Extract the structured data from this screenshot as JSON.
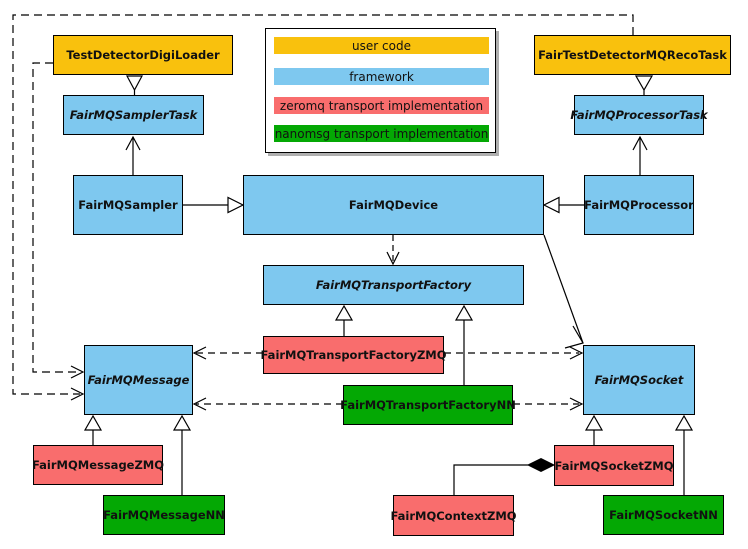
{
  "colors": {
    "user_code": "#F9C10D",
    "framework": "#7EC8EF",
    "zeromq": "#F96D6D",
    "nanomsg": "#04A804",
    "edge": "#000000",
    "node_border": "#000000",
    "background": "#FFFFFF"
  },
  "legend": {
    "items": [
      {
        "label": "user code",
        "category": "user_code"
      },
      {
        "label": "framework",
        "category": "framework"
      },
      {
        "label": "zeromq transport implementation",
        "category": "zeromq"
      },
      {
        "label": "nanomsg transport implementation",
        "category": "nanomsg"
      }
    ]
  },
  "nodes": {
    "TestDetectorDigiLoader": {
      "label": "TestDetectorDigiLoader",
      "category": "user_code",
      "abstract": false
    },
    "FairTestDetectorMQRecoTask": {
      "label": "FairTestDetectorMQRecoTask",
      "category": "user_code",
      "abstract": false
    },
    "FairMQSamplerTask": {
      "label": "FairMQSamplerTask",
      "category": "framework",
      "abstract": true
    },
    "FairMQProcessorTask": {
      "label": "FairMQProcessorTask",
      "category": "framework",
      "abstract": true
    },
    "FairMQSampler": {
      "label": "FairMQSampler",
      "category": "framework",
      "abstract": false
    },
    "FairMQDevice": {
      "label": "FairMQDevice",
      "category": "framework",
      "abstract": false
    },
    "FairMQProcessor": {
      "label": "FairMQProcessor",
      "category": "framework",
      "abstract": false
    },
    "FairMQTransportFactory": {
      "label": "FairMQTransportFactory",
      "category": "framework",
      "abstract": true
    },
    "FairMQTransportFactoryZMQ": {
      "label": "FairMQTransportFactoryZMQ",
      "category": "zeromq",
      "abstract": false
    },
    "FairMQTransportFactoryNN": {
      "label": "FairMQTransportFactoryNN",
      "category": "nanomsg",
      "abstract": false
    },
    "FairMQMessage": {
      "label": "FairMQMessage",
      "category": "framework",
      "abstract": true
    },
    "FairMQSocket": {
      "label": "FairMQSocket",
      "category": "framework",
      "abstract": true
    },
    "FairMQMessageZMQ": {
      "label": "FairMQMessageZMQ",
      "category": "zeromq",
      "abstract": false
    },
    "FairMQMessageNN": {
      "label": "FairMQMessageNN",
      "category": "nanomsg",
      "abstract": false
    },
    "FairMQSocketZMQ": {
      "label": "FairMQSocketZMQ",
      "category": "zeromq",
      "abstract": false
    },
    "FairMQSocketNN": {
      "label": "FairMQSocketNN",
      "category": "nanomsg",
      "abstract": false
    },
    "FairMQContextZMQ": {
      "label": "FairMQContextZMQ",
      "category": "zeromq",
      "abstract": false
    }
  },
  "relationships": [
    {
      "from": "TestDetectorDigiLoader",
      "to": "FairMQSamplerTask",
      "type": "generalization"
    },
    {
      "from": "FairTestDetectorMQRecoTask",
      "to": "FairMQProcessorTask",
      "type": "generalization"
    },
    {
      "from": "FairMQSampler",
      "to": "FairMQSamplerTask",
      "type": "association"
    },
    {
      "from": "FairMQProcessor",
      "to": "FairMQProcessorTask",
      "type": "association"
    },
    {
      "from": "FairMQSampler",
      "to": "FairMQDevice",
      "type": "generalization"
    },
    {
      "from": "FairMQProcessor",
      "to": "FairMQDevice",
      "type": "generalization"
    },
    {
      "from": "FairMQDevice",
      "to": "FairMQTransportFactory",
      "type": "dependency"
    },
    {
      "from": "FairMQDevice",
      "to": "FairMQSocket",
      "type": "association"
    },
    {
      "from": "FairMQTransportFactoryZMQ",
      "to": "FairMQTransportFactory",
      "type": "generalization"
    },
    {
      "from": "FairMQTransportFactoryNN",
      "to": "FairMQTransportFactory",
      "type": "generalization"
    },
    {
      "from": "TestDetectorDigiLoader",
      "to": "FairMQMessage",
      "type": "dependency"
    },
    {
      "from": "FairTestDetectorMQRecoTask",
      "to": "FairMQMessage",
      "type": "dependency"
    },
    {
      "from": "FairMQTransportFactoryZMQ",
      "to": "FairMQMessage",
      "type": "dependency"
    },
    {
      "from": "FairMQTransportFactoryNN",
      "to": "FairMQMessage",
      "type": "dependency"
    },
    {
      "from": "FairMQTransportFactoryZMQ",
      "to": "FairMQSocket",
      "type": "dependency"
    },
    {
      "from": "FairMQTransportFactoryNN",
      "to": "FairMQSocket",
      "type": "dependency"
    },
    {
      "from": "FairMQMessageZMQ",
      "to": "FairMQMessage",
      "type": "generalization"
    },
    {
      "from": "FairMQMessageNN",
      "to": "FairMQMessage",
      "type": "generalization"
    },
    {
      "from": "FairMQSocketZMQ",
      "to": "FairMQSocket",
      "type": "generalization"
    },
    {
      "from": "FairMQSocketNN",
      "to": "FairMQSocket",
      "type": "generalization"
    },
    {
      "from": "FairMQContextZMQ",
      "to": "FairMQSocketZMQ",
      "type": "composition"
    }
  ]
}
